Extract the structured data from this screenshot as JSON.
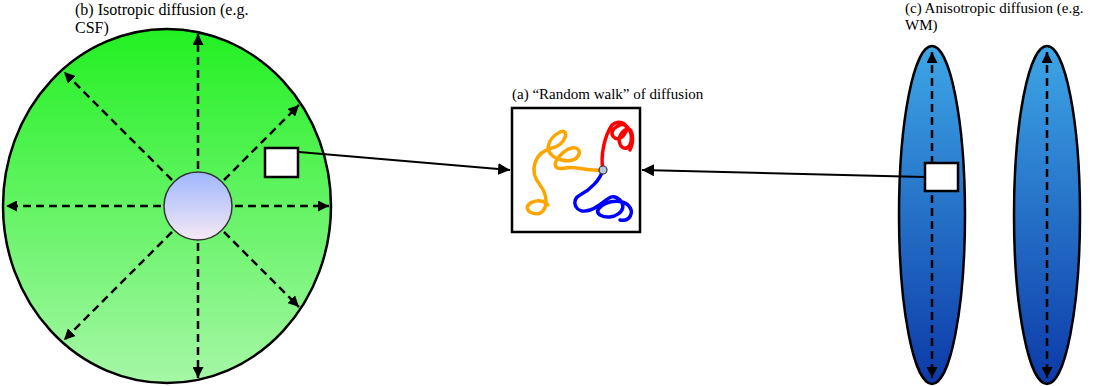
{
  "diagram": {
    "nodes": [
      {
        "text": [
          "(b) Isotropic diffusion (e.g. CSF)"
        ]
      },
      {
        "text": [
          "(a) “Random walk” of diffusion"
        ]
      },
      {
        "text": [
          "(c) Anisotropic diffusion (e.g. WM)"
        ]
      }
    ],
    "edges": [
      {
        "from": 0,
        "to": 1,
        "arrow": "to"
      },
      {
        "from": 2,
        "to": 1,
        "arrow": "to"
      }
    ]
  }
}
